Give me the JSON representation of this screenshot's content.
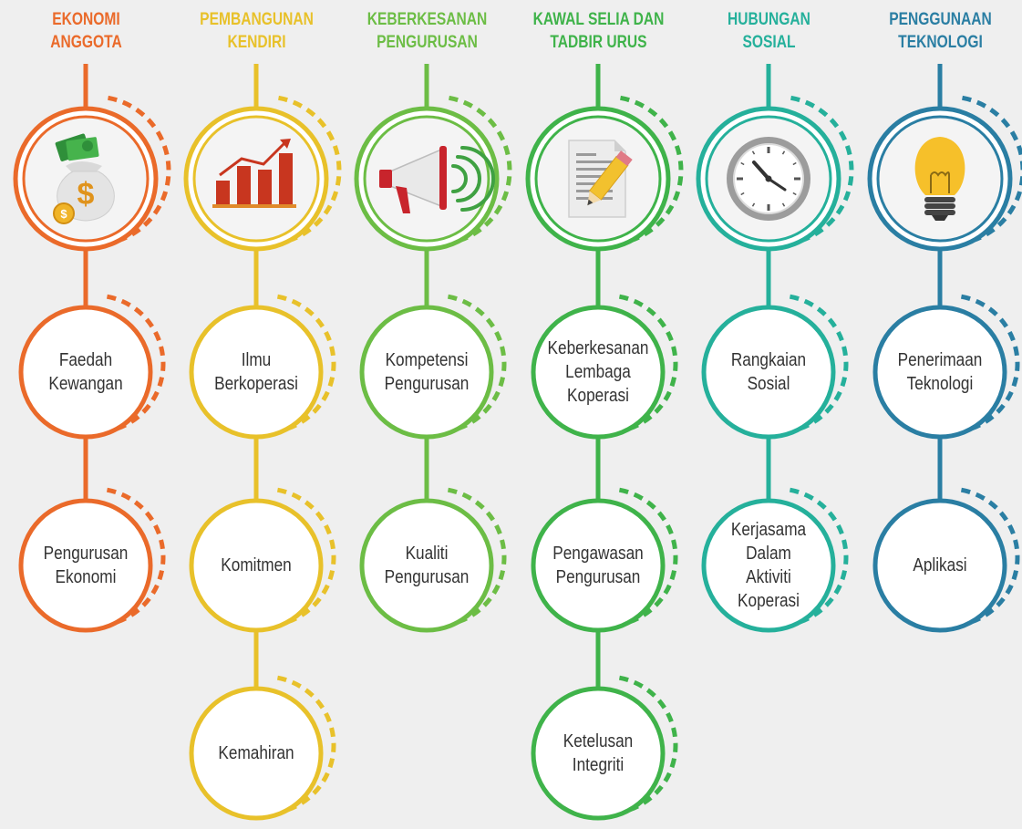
{
  "columns": [
    {
      "id": "ekonomi",
      "color": "#ea6a2a",
      "title": [
        "EKONOMI",
        "ANGGOTA"
      ],
      "icon": "money-bag-icon",
      "items": [
        [
          "Faedah",
          "Kewangan"
        ],
        [
          "Pengurusan",
          "Ekonomi"
        ]
      ]
    },
    {
      "id": "pembangunan",
      "color": "#e8c12a",
      "title": [
        "PEMBANGUNAN",
        "KENDIRI"
      ],
      "icon": "bar-chart-icon",
      "items": [
        [
          "Ilmu",
          "Berkoperasi"
        ],
        [
          "Komitmen"
        ],
        [
          "Kemahiran"
        ]
      ]
    },
    {
      "id": "keberkesanan",
      "color": "#6cbd45",
      "title": [
        "KEBERKESANAN",
        "PENGURUSAN"
      ],
      "icon": "megaphone-icon",
      "items": [
        [
          "Kompetensi",
          "Pengurusan"
        ],
        [
          "Kualiti",
          "Pengurusan"
        ]
      ]
    },
    {
      "id": "kawal-selia",
      "color": "#3fb34a",
      "title": [
        "KAWAL SELIA DAN",
        "TADBIR URUS"
      ],
      "icon": "document-pencil-icon",
      "items": [
        [
          "Keberkesanan",
          "Lembaga",
          "Koperasi"
        ],
        [
          "Pengawasan",
          "Pengurusan"
        ],
        [
          "Ketelusan",
          "Integriti"
        ]
      ]
    },
    {
      "id": "hubungan",
      "color": "#25b09b",
      "title": [
        "HUBUNGAN",
        "SOSIAL"
      ],
      "icon": "clock-icon",
      "items": [
        [
          "Rangkaian",
          "Sosial"
        ],
        [
          "Kerjasama",
          "Dalam",
          "Aktiviti",
          "Koperasi"
        ]
      ]
    },
    {
      "id": "teknologi",
      "color": "#2a7ea3",
      "title": [
        "PENGGUNAAN",
        "TEKNOLOGI"
      ],
      "icon": "light-bulb-icon",
      "items": [
        [
          "Penerimaan",
          "Teknologi"
        ],
        [
          "Aplikasi"
        ]
      ]
    }
  ]
}
